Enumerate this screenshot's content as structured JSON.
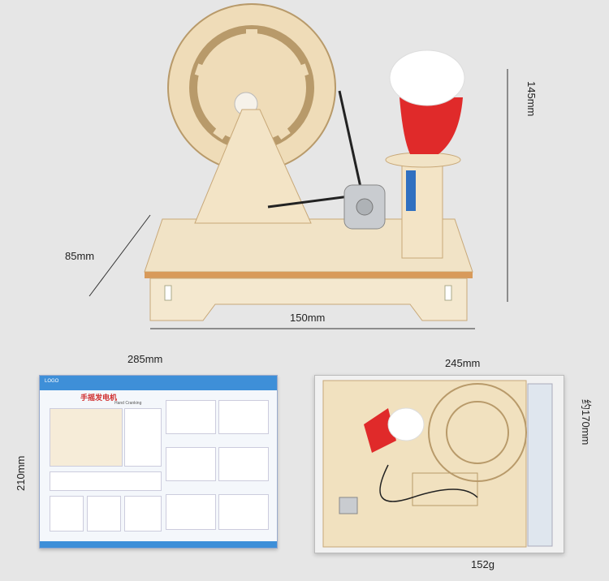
{
  "dimensions": {
    "depth": "85mm",
    "width": "150mm",
    "height": "145mm",
    "manual_width": "285mm",
    "manual_height": "210mm",
    "package_width": "245mm",
    "package_height": "约170mm",
    "weight": "152g"
  },
  "manual": {
    "logo": "LOGO",
    "title": "手摇发电机",
    "subtitle": "Hand Cranking"
  },
  "colors": {
    "background": "#e6e6e6",
    "wood": "#efe0c0",
    "bulb_red": "#e02a2a"
  }
}
